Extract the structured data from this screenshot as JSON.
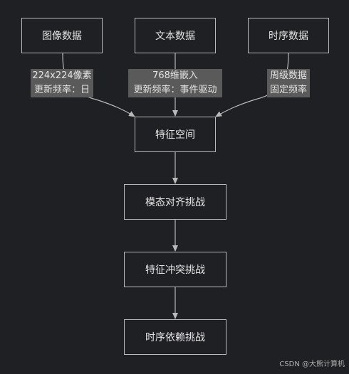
{
  "nodes": {
    "image": "图像数据",
    "text": "文本数据",
    "timeseries": "时序数据",
    "feature_space": "特征空间",
    "modal_align": "模态对齐挑战",
    "feature_conflict": "特征冲突挑战",
    "temporal_dep": "时序依赖挑战"
  },
  "edge_labels": {
    "image": [
      "224x224像素",
      "更新频率：日"
    ],
    "text": [
      "768维嵌入",
      "更新频率：事件驱动"
    ],
    "timeseries": [
      "周级数据",
      "固定频率"
    ]
  },
  "watermark": "CSDN @大熊计算机",
  "colors": {
    "background": "#1f2023",
    "node_border": "#b9b9b9",
    "edge": "#b9b9b9",
    "label_bg": "#5a5a5a",
    "text": "#e6e6e6"
  }
}
